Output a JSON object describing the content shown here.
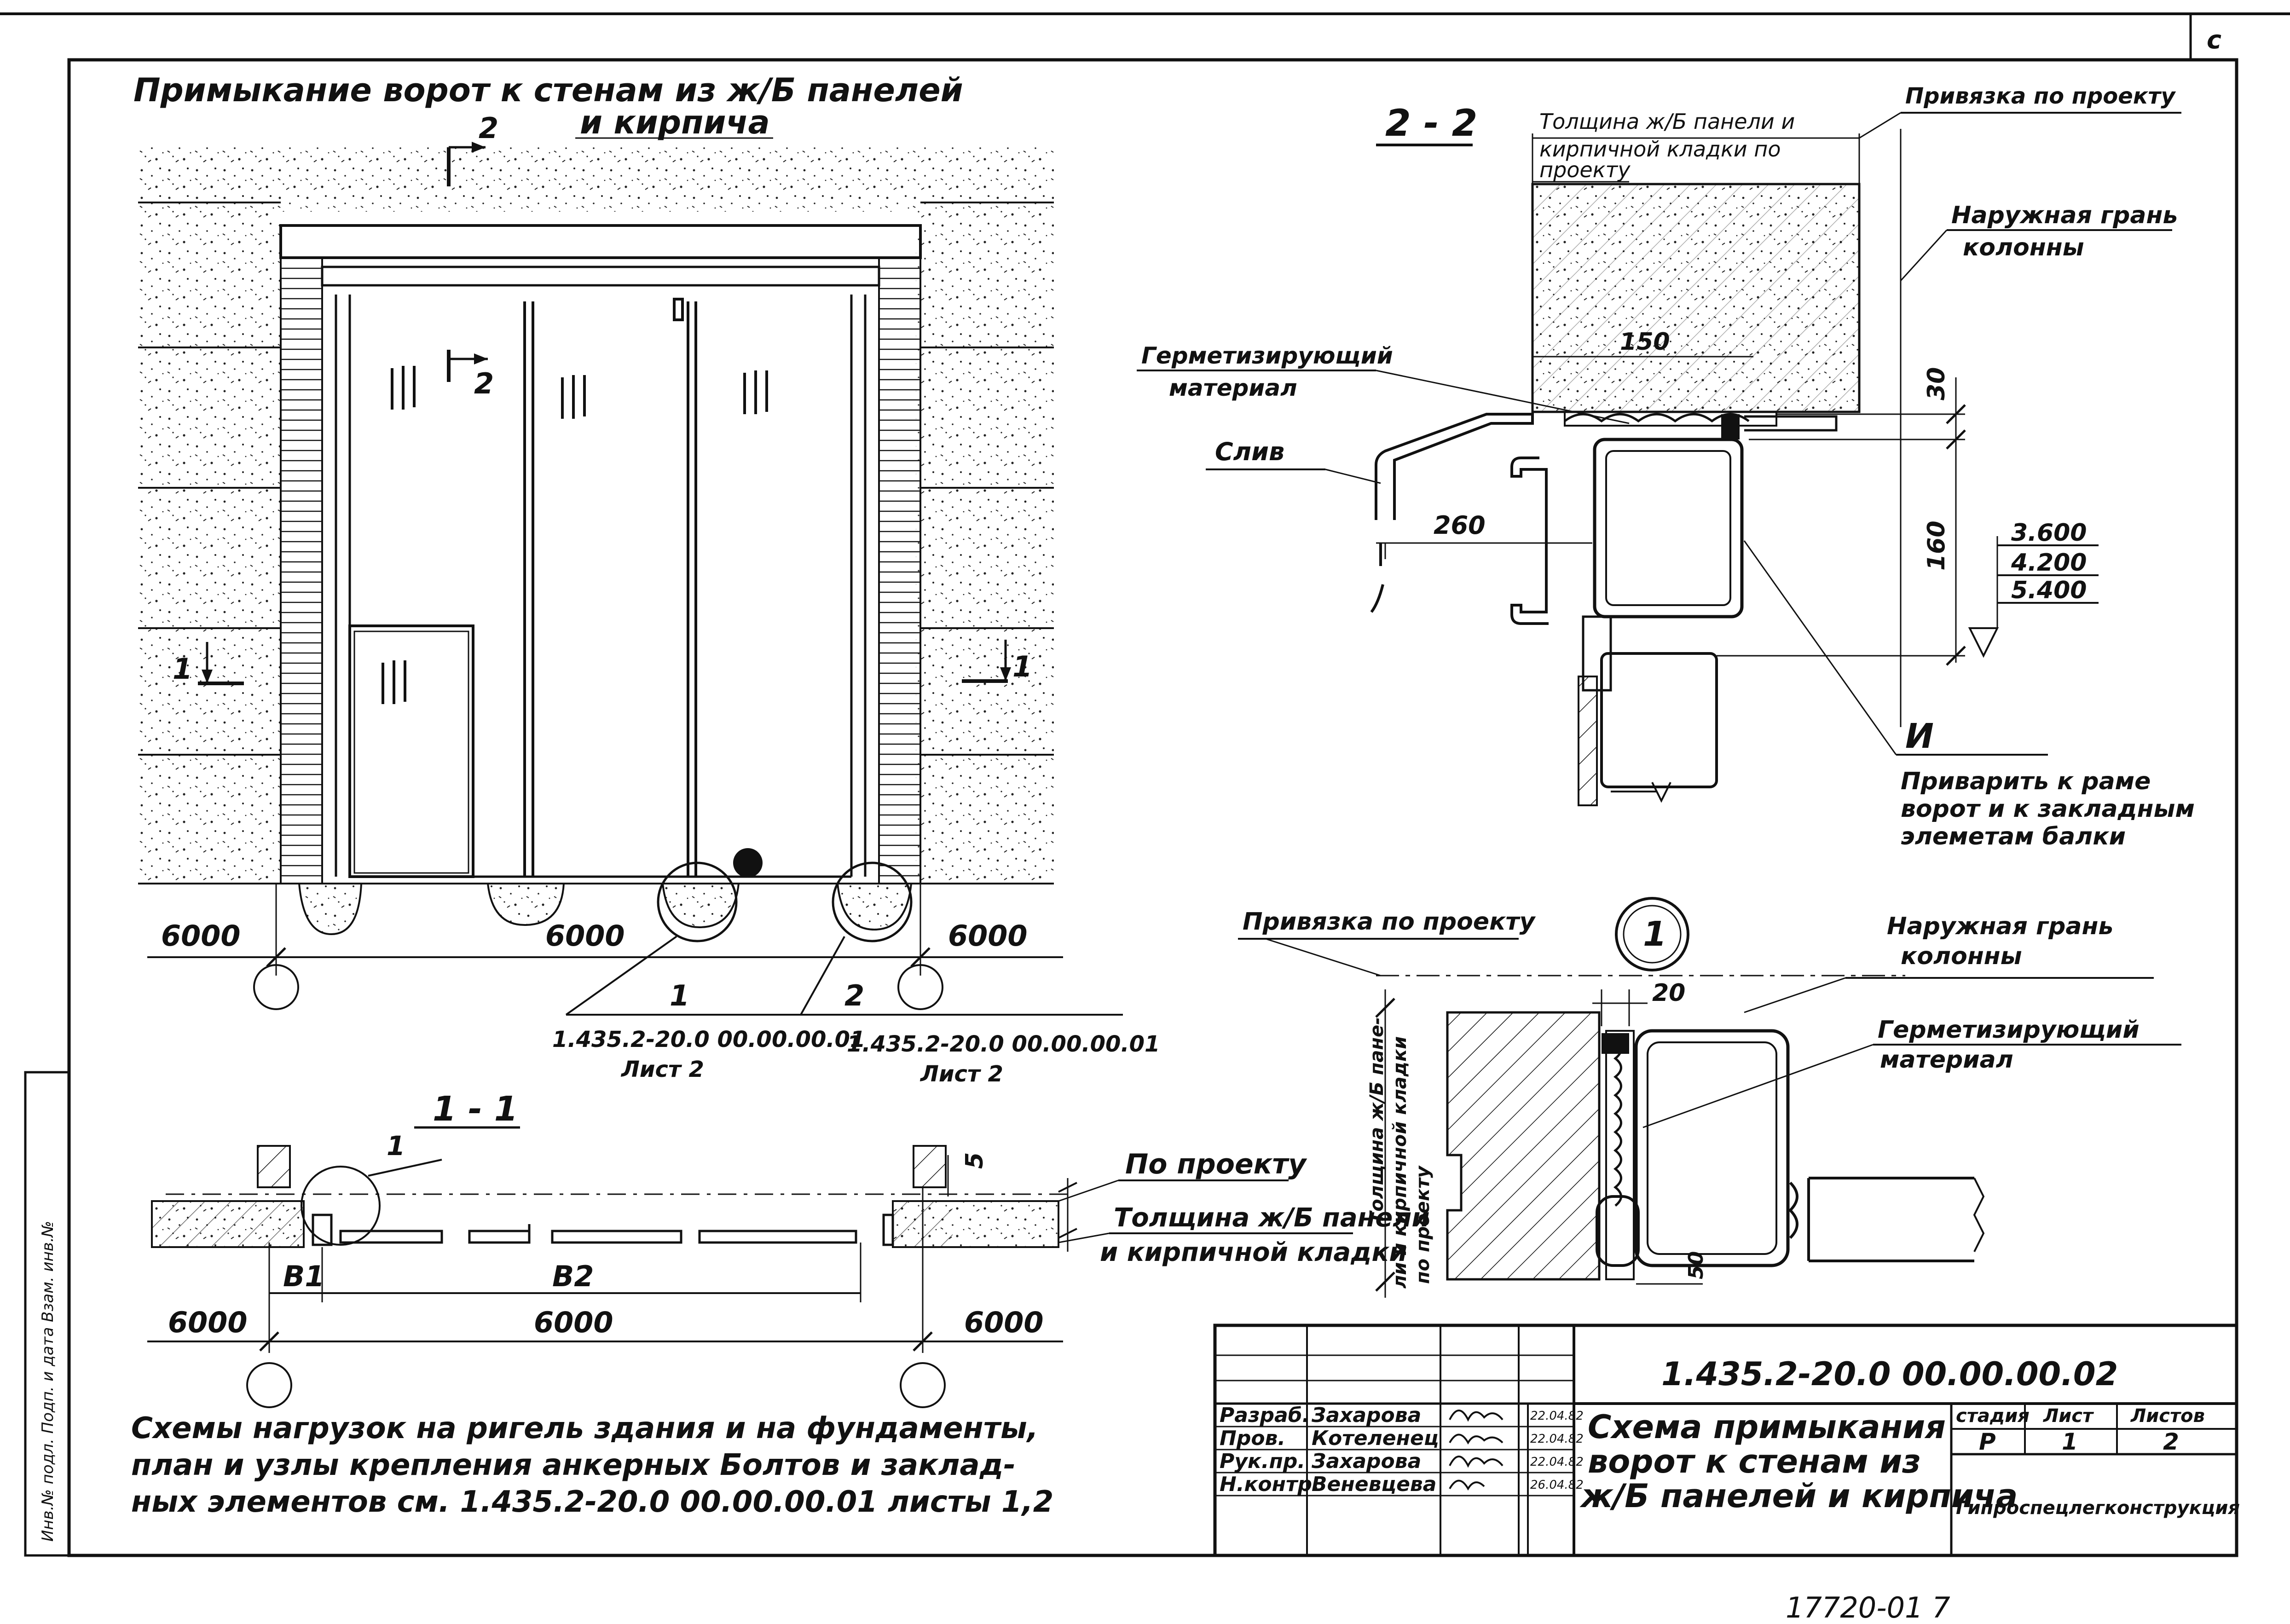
{
  "main_view": {
    "title_line1": "Примыкание ворот к стенам из ж/Б панелей",
    "title_line2": "и кирпича",
    "section_mark_2": "2",
    "section_mark_1": "1",
    "door_marks": [
      "|||",
      "|||",
      "|||",
      "|||"
    ],
    "dims": {
      "left": "6000",
      "middle": "6000",
      "right": "6000"
    },
    "callout_1": {
      "number": "1",
      "ref": "1.435.2-20.0 00.00.00.01",
      "sheet": "Лист 2"
    },
    "callout_2": {
      "number": "2",
      "ref": "1.435.2-20.0 00.00.00.01",
      "sheet": "Лист 2"
    }
  },
  "section_1_1": {
    "title": "1 - 1",
    "leader_1": "1",
    "dim_5": "5",
    "label_po_proektu": "По проекту",
    "label_thickness_1": "Толщина ж/Б панели",
    "label_thickness_2": "и кирпичной кладки",
    "dim_b1": "B1",
    "dim_b2": "B2",
    "dims": {
      "left": "6000",
      "middle": "6000",
      "right": "6000"
    }
  },
  "section_2_2": {
    "title": "2 - 2",
    "label_thickness_1": "Толщина ж/Б панели и",
    "label_thickness_2": "кирпичной кладки по",
    "label_thickness_3": "проекту",
    "label_privyazka": "Привязка по проекту",
    "label_outer_1": "Наружная грань",
    "label_outer_2": "колонны",
    "label_seal_1": "Герметизирующий",
    "label_seal_2": "материал",
    "label_sliv": "Слив",
    "dim_150": "150",
    "dim_260": "260",
    "dim_30": "30",
    "dim_160": "160",
    "elevations": [
      "3.600",
      "4.200",
      "5.400"
    ],
    "weld_mark": "И",
    "weld_note_1": "Приварить к раме",
    "weld_note_2": "ворот и к закладным",
    "weld_note_3": "элеметам балки"
  },
  "detail_1": {
    "number": "1",
    "label_privyazka": "Привязка по проекту",
    "label_outer_1": "Наружная грань",
    "label_outer_2": "колонны",
    "label_seal_1": "Герметизирующий",
    "label_seal_2": "материал",
    "dim_20": "20",
    "dim_50": "50",
    "vert_1": "Толщина ж/Б пане-",
    "vert_2": "ли и кирпичной кладки",
    "vert_3": "по проекту"
  },
  "note": {
    "line1": "Схемы нагрузок на ригель здания и на фундаменты,",
    "line2": "план и узлы крепления анкерных Болтов и заклад-",
    "line3": "ных элементов см. 1.435.2-20.0 00.00.00.01 листы 1,2"
  },
  "title_block": {
    "code": "1.435.2-20.0 00.00.00.02",
    "rows": [
      {
        "role": "Разраб.",
        "name": "Захарова",
        "date": "22.04.82"
      },
      {
        "role": "Пров.",
        "name": "Котеленец",
        "date": "22.04.82"
      },
      {
        "role": "Рук.пр.",
        "name": "Захарова",
        "date": "22.04.82"
      },
      {
        "role": "Н.контр.",
        "name": "Веневцева",
        "date": "26.04.82"
      }
    ],
    "name_1": "Схема примыкания",
    "name_2": "ворот к стенам из",
    "name_3": "ж/Б панелей и кирпича",
    "stage_label": "стадия",
    "sheet_label": "Лист",
    "sheets_label": "Листов",
    "stage": "Р",
    "sheet": "1",
    "sheets": "2",
    "org": "Гипроспецлегконструкция"
  },
  "margin": {
    "corner": "с",
    "bottom_number": "17720-01 7",
    "left_strip": "Инв.№ подл.   Подп. и дата   Взам. инв.№"
  }
}
